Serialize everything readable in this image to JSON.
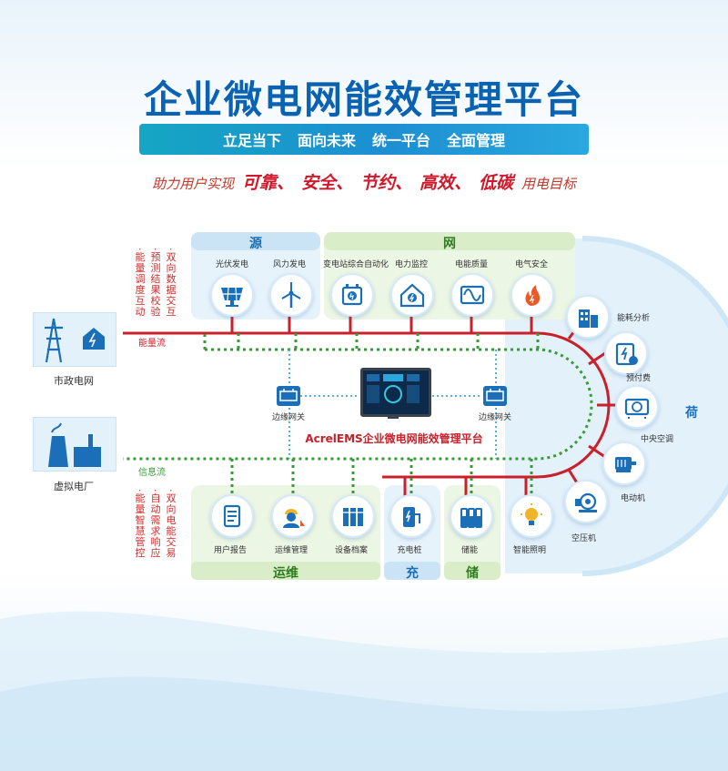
{
  "title": "企业微电网能效管理平台",
  "banner": [
    "立足当下",
    "面向未来",
    "统一平台",
    "全面管理"
  ],
  "goal": {
    "prefix": "助力用户实现",
    "highlights": [
      "可靠、",
      "安全、",
      "节约、",
      "高效、",
      "低碳"
    ],
    "suffix": "用电目标"
  },
  "sections": {
    "source": "源",
    "grid": "网",
    "load": "荷",
    "ops": "运维",
    "charge": "充",
    "storage": "储"
  },
  "top_items": [
    "光伏发电",
    "风力发电",
    "变电站综合自动化",
    "电力监控",
    "电能质量",
    "电气安全"
  ],
  "bottom_items": [
    "用户报告",
    "运维管理",
    "设备档案",
    "充电桩",
    "储能",
    "智能照明"
  ],
  "load_items": [
    "能耗分析",
    "预付费",
    "中央空调",
    "电动机",
    "空压机"
  ],
  "left_nodes": {
    "grid": "市政电网",
    "vpp": "虚拟电厂"
  },
  "flows": {
    "energy": "能量流",
    "info": "信息流"
  },
  "gateway": "边缘网关",
  "platform": "AcrelEMS企业微电网能效管理平台",
  "top_functions": [
    "·能量调度互动",
    "·预测结果校验",
    "·双向数据交互"
  ],
  "bottom_functions": [
    "·能量智慧管控",
    "·自动需求响应",
    "·双向电能交易"
  ],
  "colors": {
    "energy_line": "#c9202a",
    "info_line": "#3a9a3a",
    "accent": "#1d8fd2"
  },
  "icons": {
    "top": [
      "solar-panel-icon",
      "wind-turbine-icon",
      "substation-icon",
      "power-monitor-icon",
      "power-quality-icon",
      "electric-safety-icon"
    ],
    "bottom": [
      "report-icon",
      "maintenance-worker-icon",
      "file-archive-icon",
      "charging-pile-icon",
      "battery-storage-icon",
      "light-bulb-icon"
    ],
    "load": [
      "building-energy-icon",
      "prepaid-card-icon",
      "air-conditioner-icon",
      "motor-icon",
      "air-compressor-icon"
    ]
  }
}
